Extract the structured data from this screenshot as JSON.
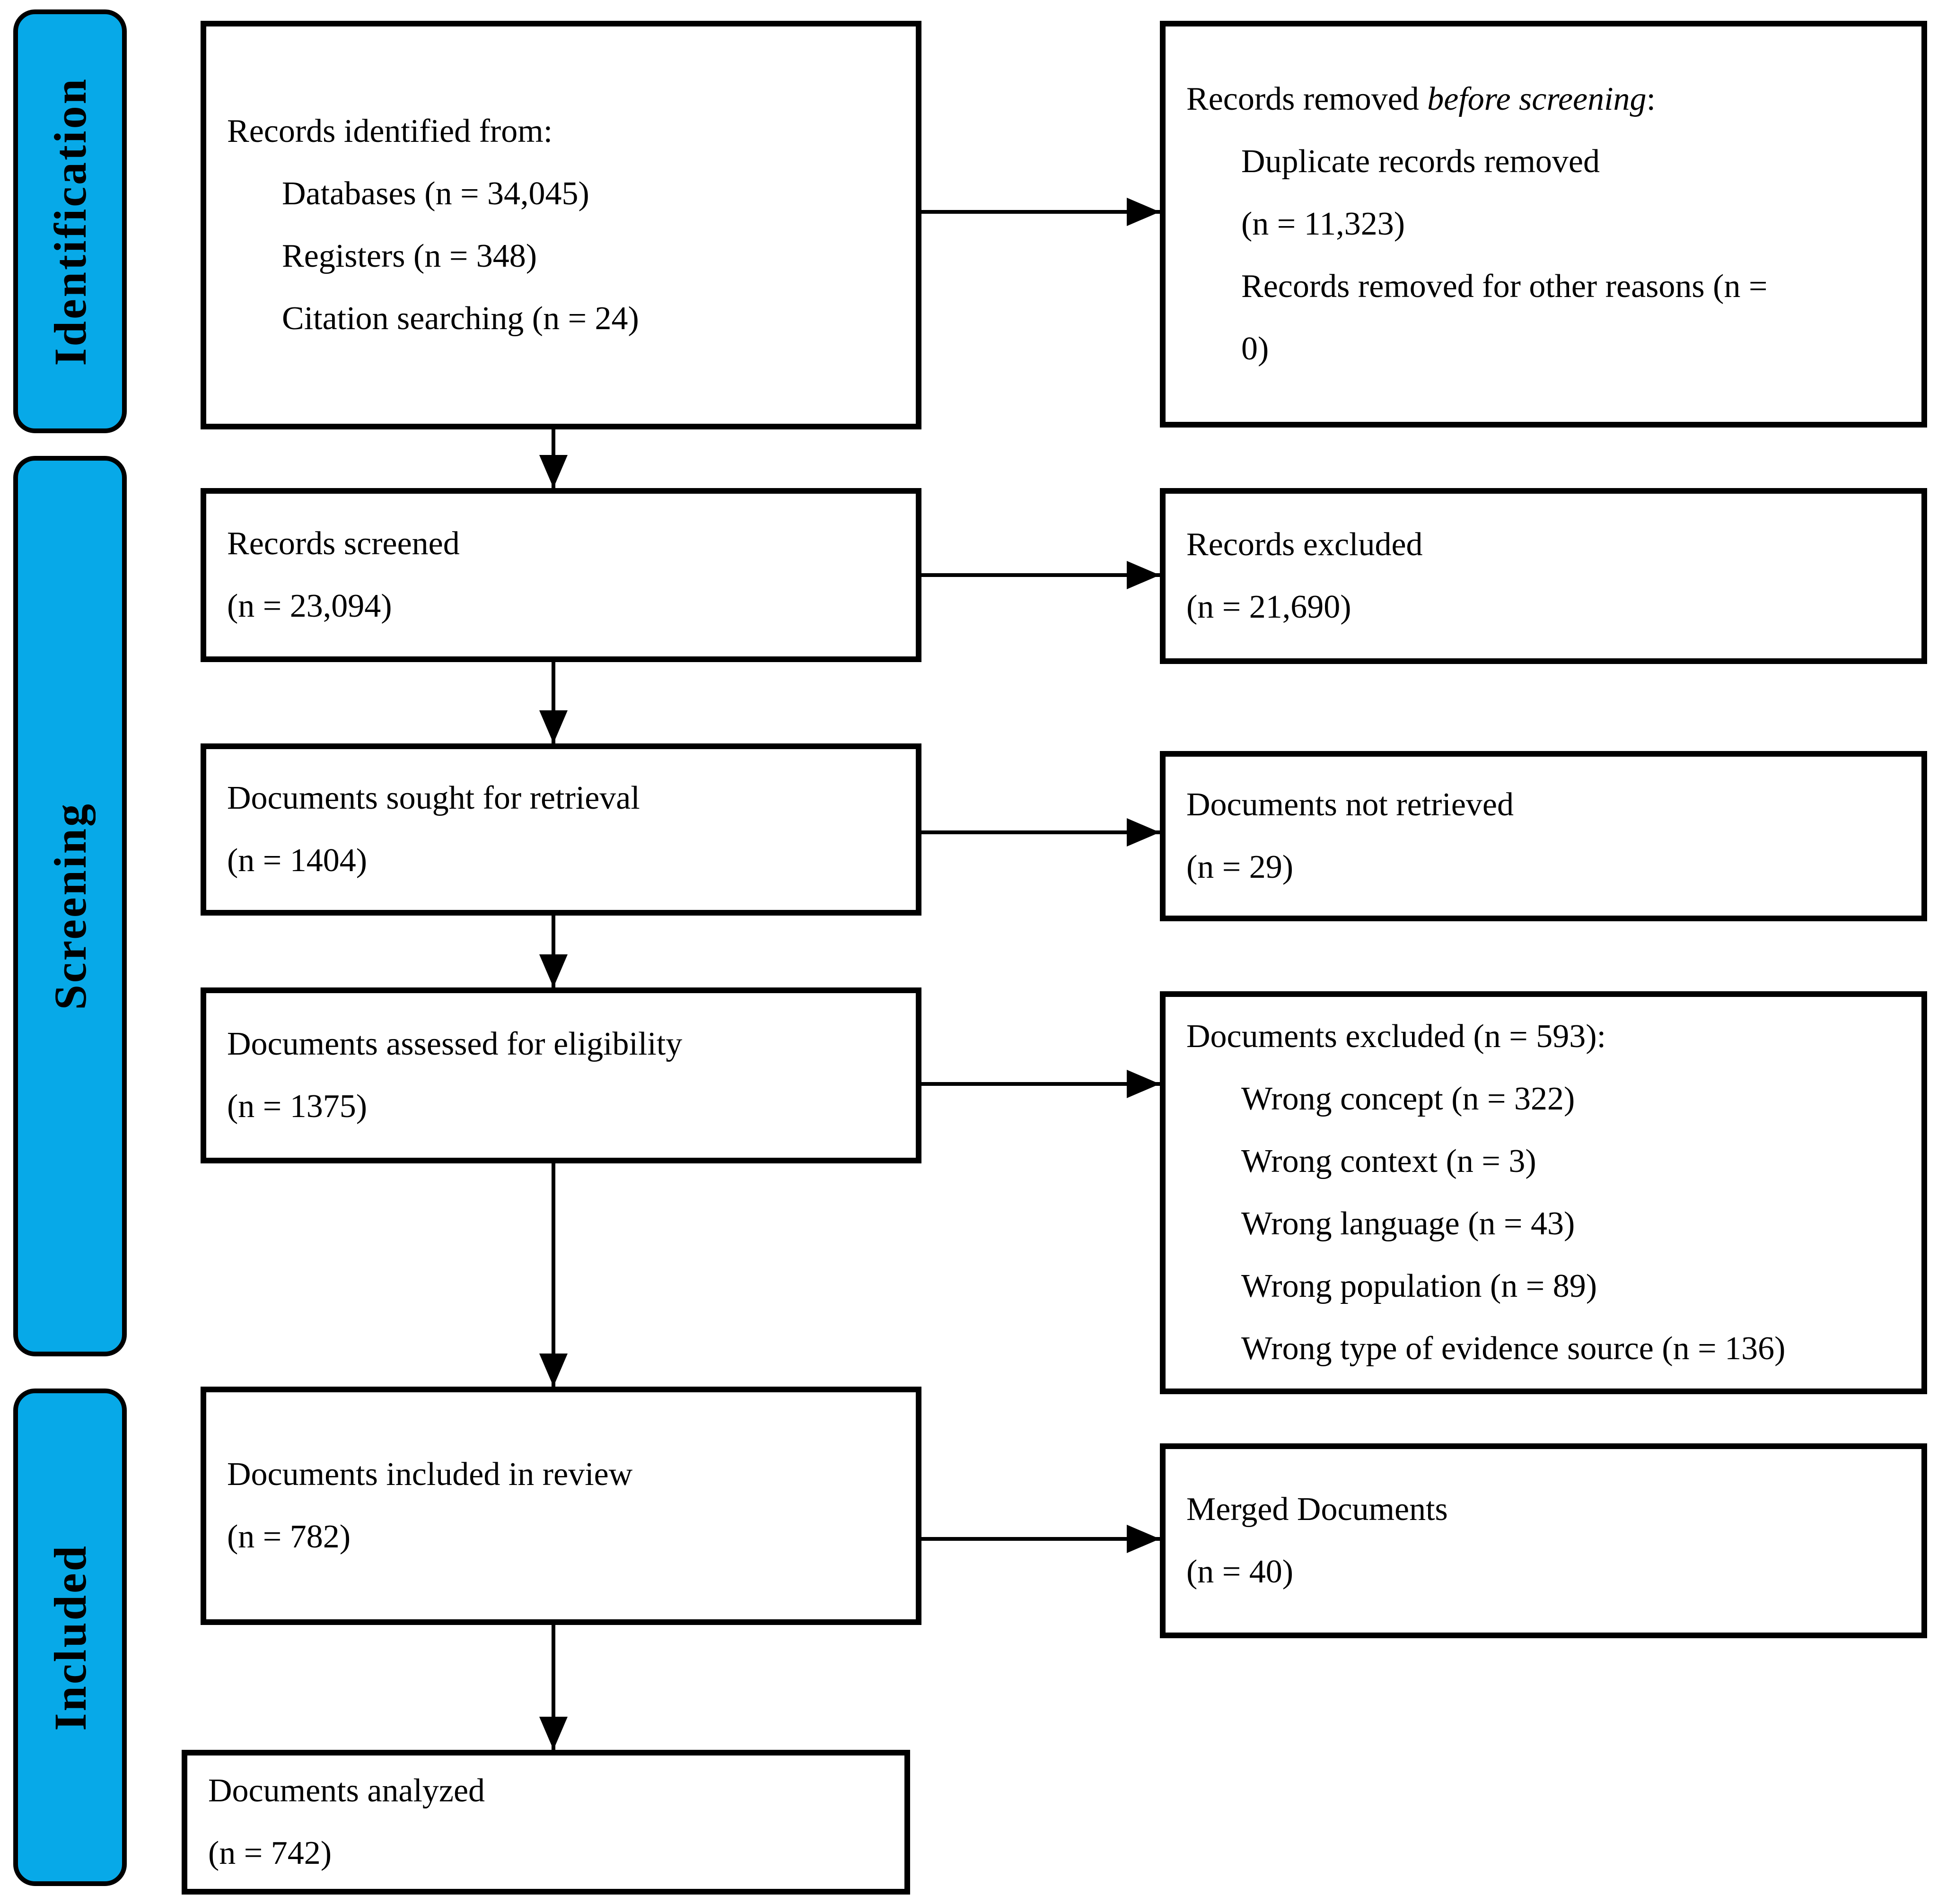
{
  "diagram": {
    "accent_color": "#07A9E8",
    "stages": [
      {
        "label": "Identification"
      },
      {
        "label": "Screening"
      },
      {
        "label": "Included"
      }
    ],
    "boxes": {
      "identified": {
        "title": "Records identified from:",
        "items": [
          "Databases (n = 34,045)",
          "Registers (n = 348)",
          "Citation searching (n = 24)"
        ]
      },
      "removed": {
        "title_prefix": "Records removed ",
        "title_italic": "before screening",
        "title_suffix": ":",
        "lines": [
          "Duplicate records removed",
          "(n = 11,323)",
          "Records removed for other reasons (n =",
          "0)"
        ]
      },
      "screened": {
        "lines": [
          "Records screened",
          "(n = 23,094)"
        ]
      },
      "records_excluded": {
        "lines": [
          "Records excluded",
          "(n = 21,690)"
        ]
      },
      "sought": {
        "lines": [
          "Documents sought for retrieval",
          "(n = 1404)"
        ]
      },
      "not_retrieved": {
        "lines": [
          "Documents not retrieved",
          "(n = 29)"
        ]
      },
      "assessed": {
        "lines": [
          "Documents assessed for eligibility",
          "(n = 1375)"
        ]
      },
      "documents_excluded": {
        "title": "Documents excluded (n = 593):",
        "items": [
          "Wrong concept (n = 322)",
          "Wrong context (n = 3)",
          "Wrong language (n = 43)",
          "Wrong population (n = 89)",
          "Wrong type of evidence source (n = 136)"
        ]
      },
      "included_in_review": {
        "lines": [
          "Documents included in review",
          "(n = 782)"
        ]
      },
      "merged": {
        "lines": [
          "Merged Documents",
          "(n = 40)"
        ]
      },
      "analyzed": {
        "lines": [
          "Documents analyzed",
          "(n = 742)"
        ]
      }
    }
  }
}
